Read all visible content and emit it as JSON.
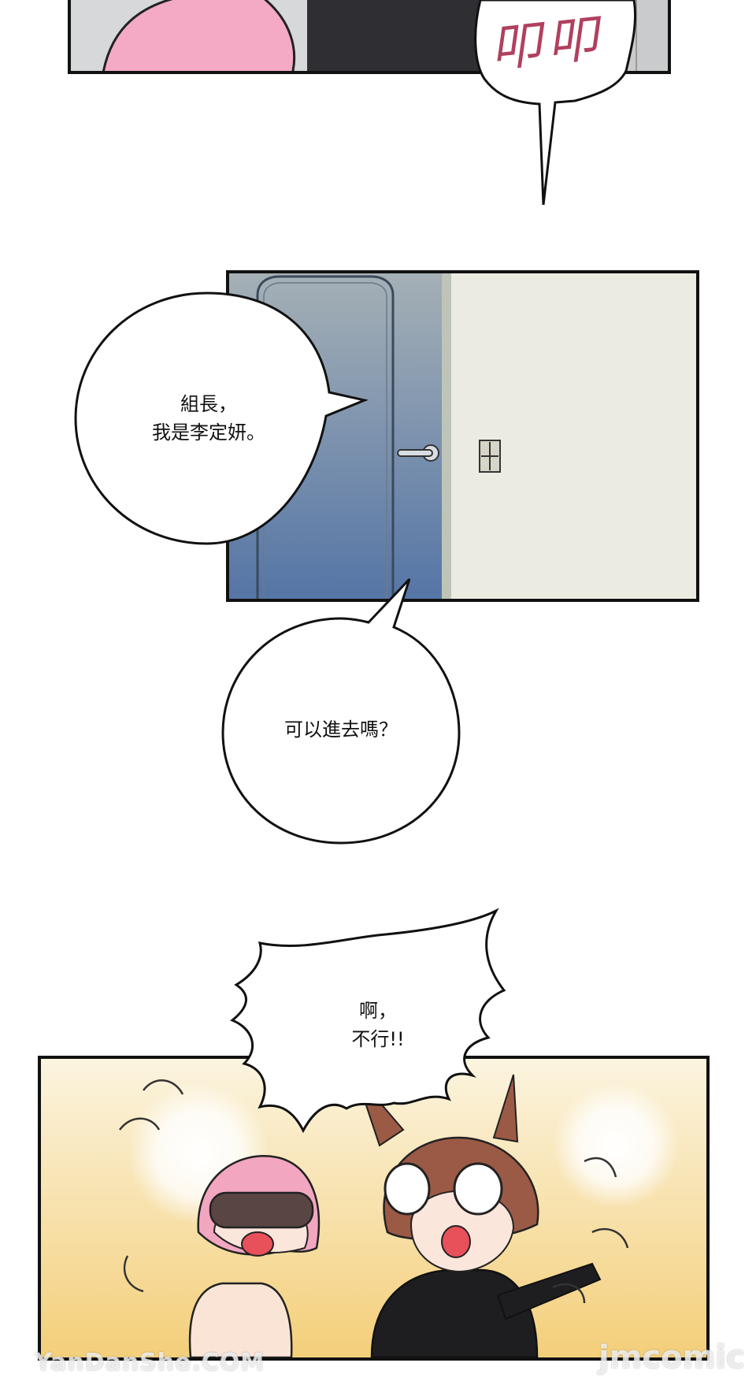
{
  "panels": {
    "top": {
      "sfx_text": "叩叩"
    },
    "door": {
      "bubble_name": "組長，\n我是李定妍。",
      "bubble_question": "可以進去嗎？"
    },
    "bottom": {
      "shout_text": "啊，\n不行!!"
    }
  },
  "watermarks": {
    "left": "YanDanShe.COM",
    "right": "jmcomic"
  },
  "colors": {
    "outline": "#111111",
    "pink_hair": "#f2a6c0",
    "sfx_pink": "#b0405e",
    "door_blue_top": "#9aa7b0",
    "door_blue_bottom": "#5a7aa8",
    "wall": "#ecebe2",
    "flash_yellow": "#f6d689"
  }
}
